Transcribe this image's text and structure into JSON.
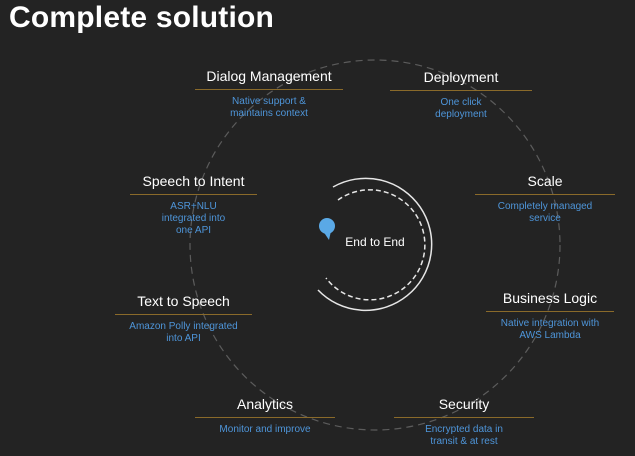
{
  "title": "Complete solution",
  "center": {
    "label": "End to End"
  },
  "colors": {
    "accent": "#4e95d9",
    "rule": "#8a6a2a",
    "background": "#232323"
  },
  "features": [
    {
      "name": "Dialog Management",
      "desc": [
        "Native support &",
        "maintains context"
      ]
    },
    {
      "name": "Deployment",
      "desc": [
        "One click",
        "deployment"
      ]
    },
    {
      "name": "Speech to Intent",
      "desc": [
        "ASR+NLU",
        "integrated into",
        "one API"
      ]
    },
    {
      "name": "Scale",
      "desc": [
        "Completely managed",
        "service"
      ]
    },
    {
      "name": "Text to Speech",
      "desc": [
        "Amazon Polly integrated",
        "into API"
      ]
    },
    {
      "name": "Business Logic",
      "desc": [
        "Native integration with",
        "AWS Lambda"
      ]
    },
    {
      "name": "Analytics",
      "desc": [
        "Monitor and improve"
      ]
    },
    {
      "name": "Security",
      "desc": [
        "Encrypted data in",
        "transit & at rest"
      ]
    }
  ]
}
